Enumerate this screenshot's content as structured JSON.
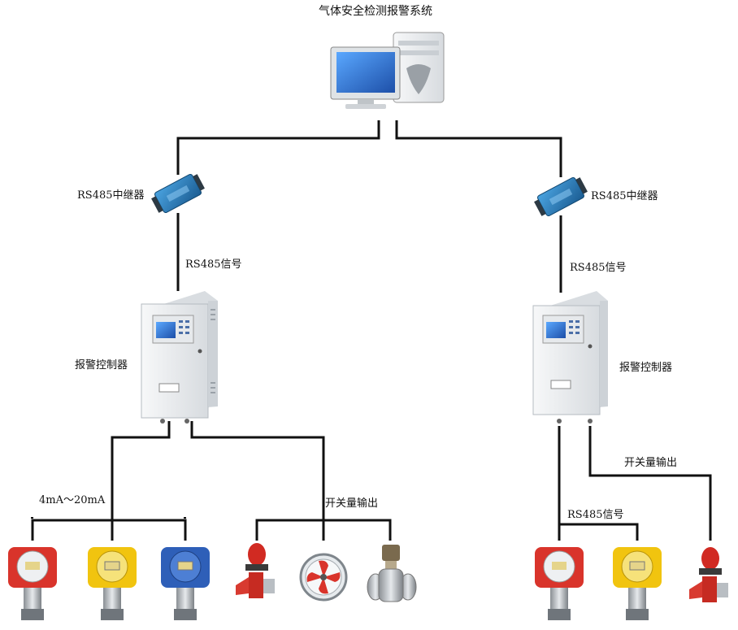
{
  "title": "气体安全检测报警系统",
  "labels": {
    "repeater_left": "RS485中继器",
    "repeater_right": "RS485中继器",
    "signal_left": "RS485信号",
    "signal_right": "RS485信号",
    "controller_left": "报警控制器",
    "controller_right": "报警控制器",
    "analog_output": "4mA～20mA",
    "switch_output_left": "开关量输出",
    "switch_output_right": "开关量输出",
    "signal_bottom_right": "RS485信号"
  },
  "colors": {
    "line": "#111111",
    "panel": "#e9ecef",
    "screen_blue": "#2f6fd6",
    "detector_red": "#d9342b",
    "detector_yellow": "#f1c40f",
    "detector_blue": "#2e5fb8",
    "repeater_blue": "#2a78b8"
  },
  "icons": {
    "computer": "computer-icon",
    "repeater": "rs485-repeater-icon",
    "controller": "alarm-controller-icon",
    "detector": "gas-detector-icon",
    "beacon": "sound-light-alarm-icon",
    "fan": "exhaust-fan-icon",
    "valve": "solenoid-valve-icon"
  }
}
